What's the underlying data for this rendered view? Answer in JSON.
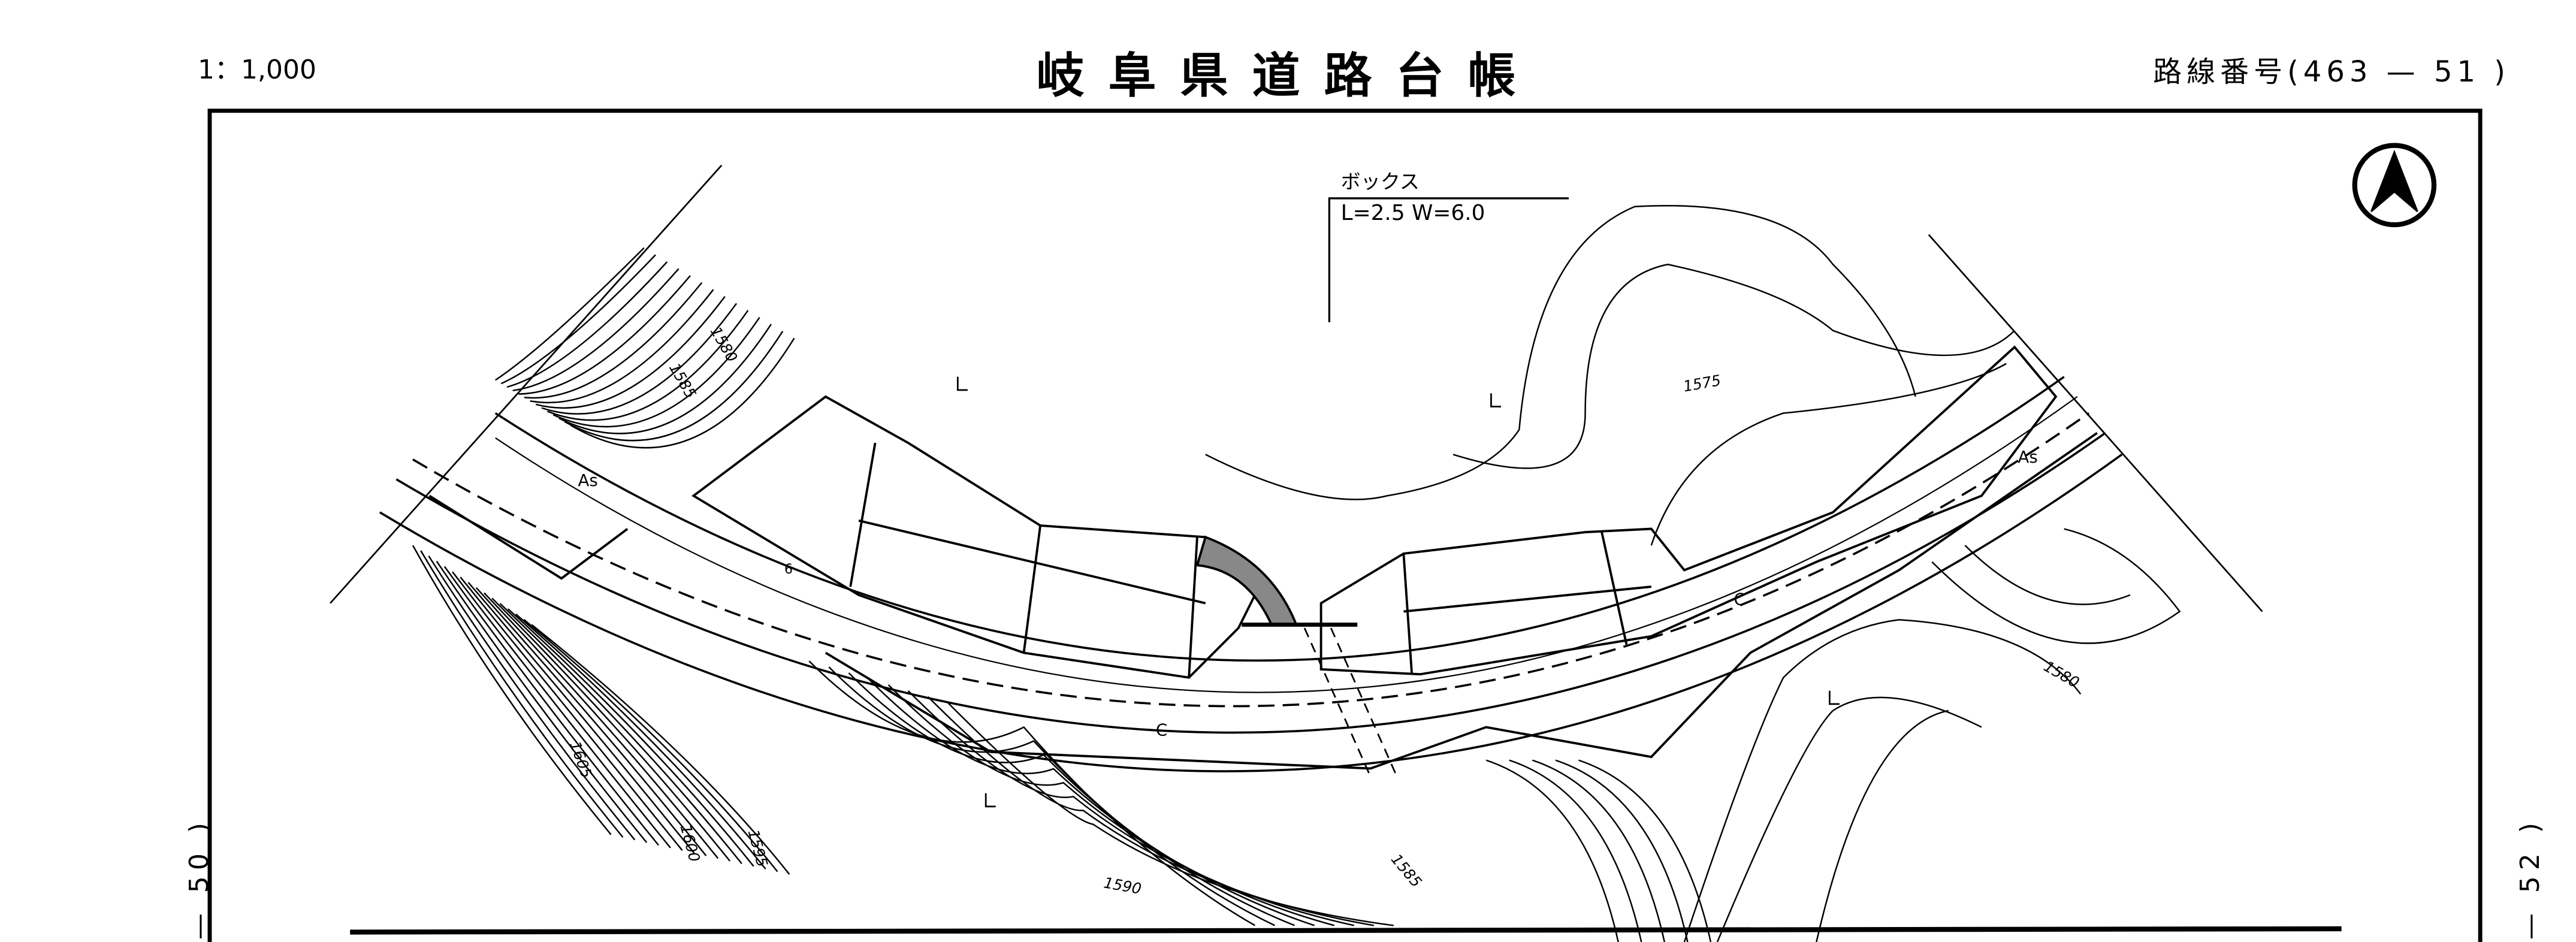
{
  "header": {
    "scale": "1：1,000",
    "title": "岐阜県道路台帳",
    "route_label": "路線番号",
    "route_number": "(463 — 51 )"
  },
  "side": {
    "left": "— 50 )",
    "right": "— 52 )"
  },
  "annotation": {
    "structure_type": "ボックス",
    "dimensions": "L=2.5 W=6.0"
  },
  "contour_labels": [
    "1580",
    "1585",
    "1575",
    "1580",
    "1605",
    "1600",
    "1595",
    "1590",
    "1585"
  ],
  "surface_labels": [
    "As",
    "As",
    "C",
    "C",
    "6"
  ],
  "north_arrow": "north-arrow-icon"
}
